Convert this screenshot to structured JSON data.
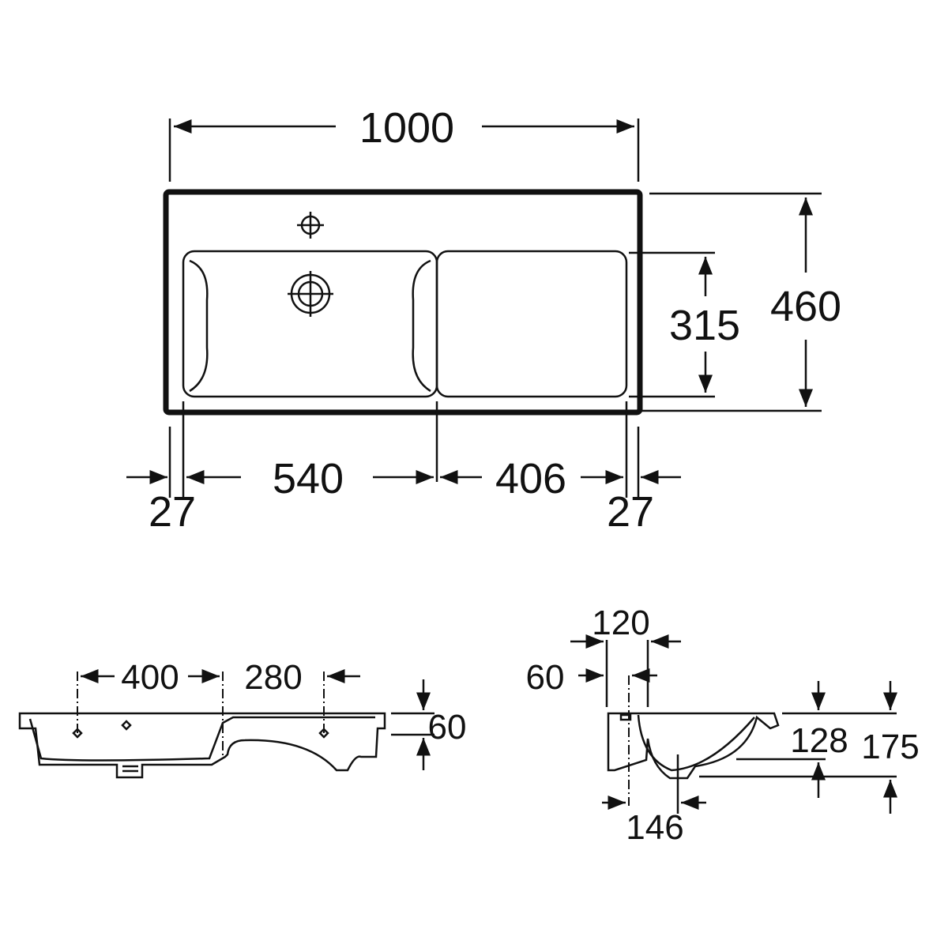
{
  "top_view": {
    "width": "1000",
    "depth": "460",
    "basin_depth": "315",
    "basin_width": "540",
    "shelf_width": "406",
    "margin_left": "27",
    "margin_right": "27"
  },
  "front_view": {
    "tap_to_center": "400",
    "center_to_right_hole": "280",
    "rim_height": "60"
  },
  "side_view": {
    "tap_offset": "120",
    "back_offset": "60",
    "basin_height": "128",
    "total_height": "175",
    "drain_offset": "146"
  }
}
